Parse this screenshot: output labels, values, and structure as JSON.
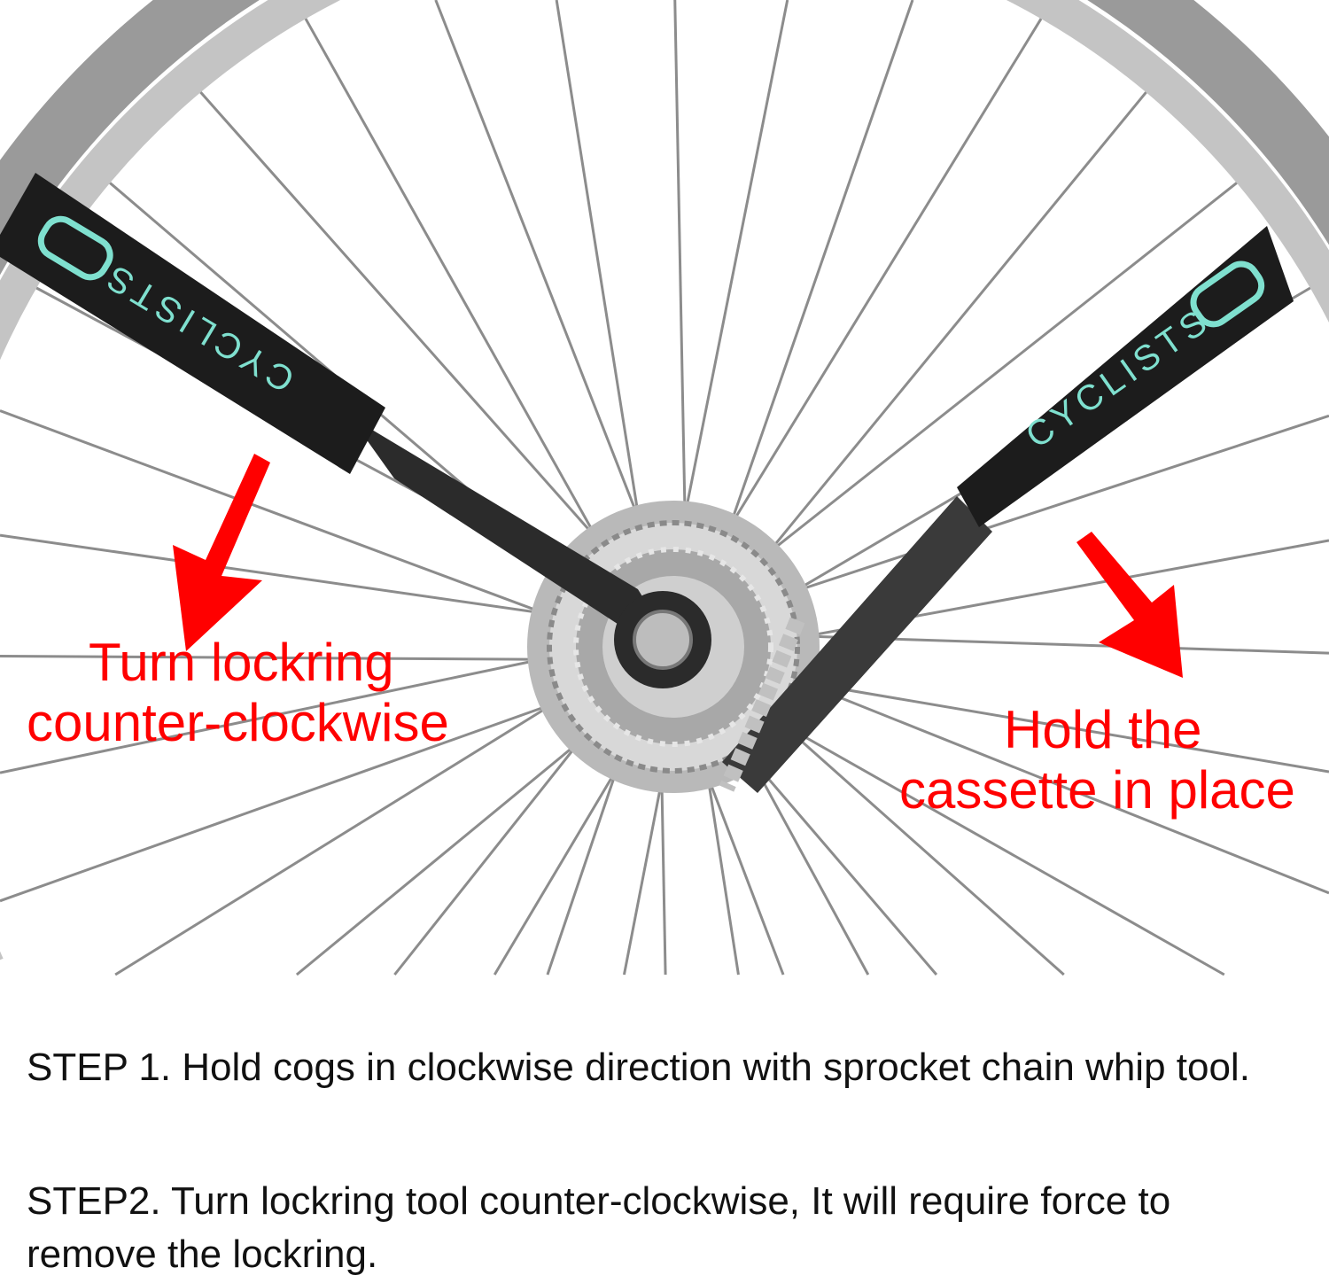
{
  "brand": {
    "logo_text": "CYCLISTS"
  },
  "annotations": {
    "left_line1": "Turn lockring",
    "left_line2": "counter-clockwise",
    "right_line1": "Hold the",
    "right_line2": "cassette in place"
  },
  "steps": [
    "STEP 1. Hold cogs in clockwise direction with sprocket chain whip tool.",
    "STEP2. Turn lockring tool counter-clockwise, It will require force to remove the lockring."
  ],
  "colors": {
    "annotation": "#ff0000",
    "grip_accent": "#7fe0cf",
    "tool": "#1e1e1e"
  }
}
